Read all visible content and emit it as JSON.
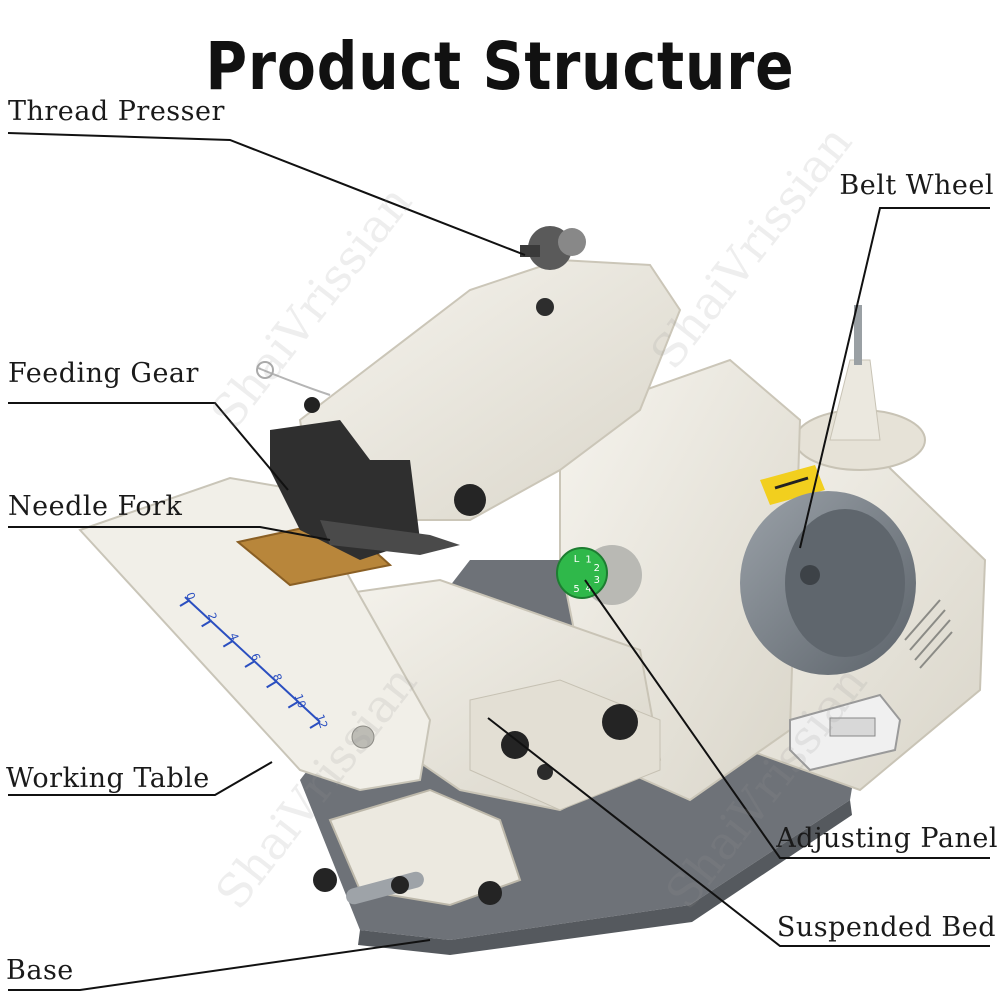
{
  "title": "Product Structure",
  "watermark": "ShaiVrissian",
  "labels": {
    "thread_presser": "Thread Presser",
    "feeding_gear": "Feeding Gear",
    "needle_fork": "Needle Fork",
    "working_table": "Working Table",
    "base": "Base",
    "belt_wheel": "Belt Wheel",
    "adjusting_panel": "Adjusting Panel",
    "suspended_bed": "Suspended Bed"
  },
  "ruler_ticks": [
    "0",
    "2",
    "4",
    "6",
    "8",
    "10",
    "12"
  ],
  "dial_numbers": [
    "L",
    "1",
    "2",
    "3",
    "4",
    "5"
  ],
  "colors": {
    "machine_body": "#ece9e0",
    "base_plate": "#6e7278",
    "belt_wheel": "#7d848c",
    "dial": "#2fb84a",
    "ruler": "#2b4fc0",
    "warning_label": "#f2cf1e",
    "fabric": "#b8863b"
  }
}
